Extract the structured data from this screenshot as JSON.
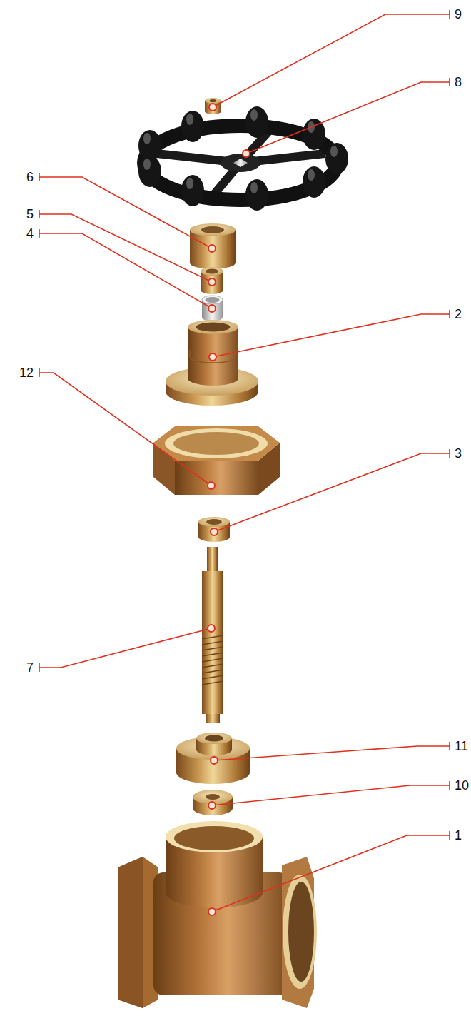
{
  "diagram": {
    "labels": [
      "9",
      "8",
      "6",
      "5",
      "4",
      "2",
      "12",
      "3",
      "7",
      "11",
      "10",
      "1"
    ]
  }
}
